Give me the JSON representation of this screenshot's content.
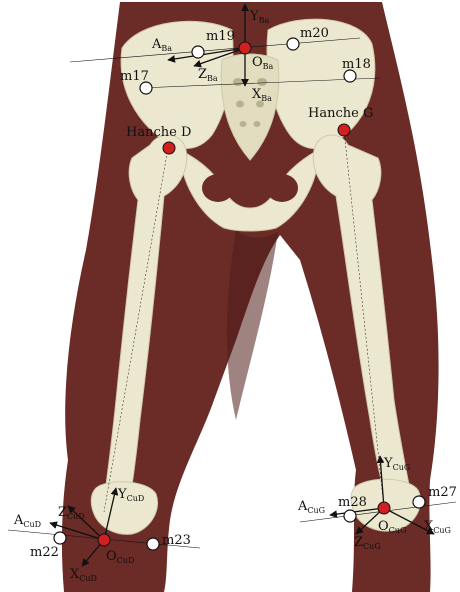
{
  "colors": {
    "skin": "#6b2b26",
    "skin_dark": "#4e1d1a",
    "bone": "#ece8cf",
    "bone_shade": "#cfc9a8",
    "marker_red": "#d21f1f",
    "marker_white": "#ffffff",
    "ink": "#111111"
  },
  "markers": {
    "m17": "m17",
    "m18": "m18",
    "m19": "m19",
    "m20": "m20",
    "m22": "m22",
    "m23": "m23",
    "m27": "m27",
    "m28": "m28"
  },
  "landmarks": {
    "hanche_d": "Hanche D",
    "hanche_g": "Hanche G"
  },
  "frames": {
    "pelvis": {
      "origin": {
        "main": "O",
        "sub": "Ba"
      },
      "x": {
        "main": "X",
        "sub": "Ba"
      },
      "y": {
        "main": "Y",
        "sub": "Ba"
      },
      "z": {
        "main": "Z",
        "sub": "Ba"
      },
      "a": {
        "main": "A",
        "sub": "Ba"
      }
    },
    "right_knee": {
      "origin": {
        "main": "O",
        "sub": "CuD"
      },
      "x": {
        "main": "X",
        "sub": "CuD"
      },
      "y": {
        "main": "Y",
        "sub": "CuD"
      },
      "z": {
        "main": "Z",
        "sub": "CuD"
      },
      "a": {
        "main": "A",
        "sub": "CuD"
      }
    },
    "left_knee": {
      "origin": {
        "main": "O",
        "sub": "CuG"
      },
      "x": {
        "main": "X",
        "sub": "CuG"
      },
      "y": {
        "main": "Y",
        "sub": "CuG"
      },
      "z": {
        "main": "Z",
        "sub": "CuG"
      },
      "a": {
        "main": "A",
        "sub": "CuG"
      }
    }
  }
}
